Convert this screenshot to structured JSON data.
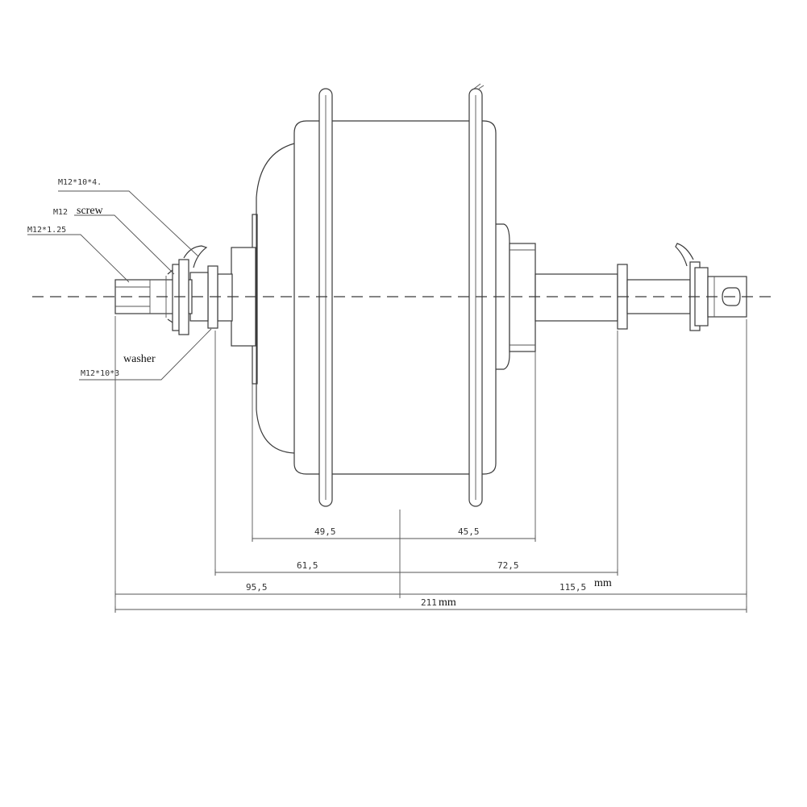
{
  "callouts": {
    "bolt_top": "M12*10*4.",
    "screw_prefix": "M12",
    "screw_word": "screw",
    "thread": "M12*1.25",
    "washer_word": "washer",
    "washer_spec": "M12*10*3"
  },
  "dimensions": {
    "d1_left": "49,5",
    "d1_right": "45,5",
    "d2_left": "61,5",
    "d2_right": "72,5",
    "d3_left": "95,5",
    "d3_right": "115,5",
    "d3_unit": "mm",
    "total_value": "211",
    "total_unit": "mm"
  }
}
